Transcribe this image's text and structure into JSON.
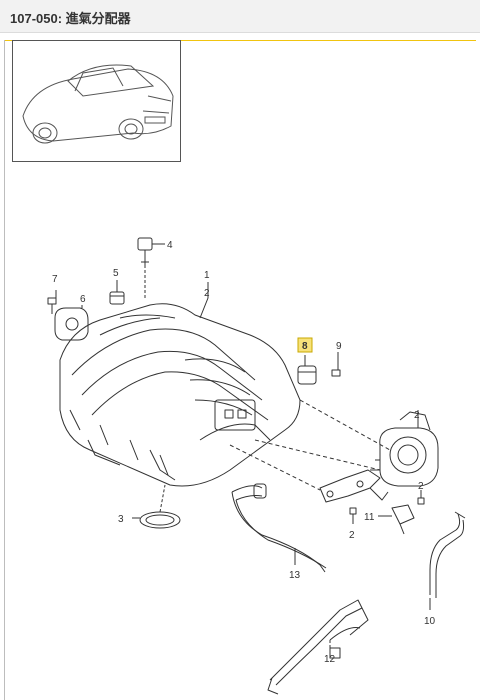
{
  "header": {
    "title": "107-050: 進氣分配器"
  },
  "callouts": [
    {
      "id": "c1",
      "label": "1"
    },
    {
      "id": "c2a",
      "label": "2"
    },
    {
      "id": "c3",
      "label": "3"
    },
    {
      "id": "c4",
      "label": "4"
    },
    {
      "id": "c5",
      "label": "5"
    },
    {
      "id": "c6",
      "label": "6"
    },
    {
      "id": "c7",
      "label": "7"
    },
    {
      "id": "c8",
      "label": "8",
      "highlighted": true
    },
    {
      "id": "c9",
      "label": "9"
    },
    {
      "id": "c2b",
      "label": "2"
    },
    {
      "id": "c2c",
      "label": "2"
    },
    {
      "id": "c2d",
      "label": "2"
    },
    {
      "id": "c11",
      "label": "11"
    },
    {
      "id": "c13",
      "label": "13"
    },
    {
      "id": "c10",
      "label": "10"
    },
    {
      "id": "c12",
      "label": "12"
    }
  ],
  "colors": {
    "highlight": "#f7e27a",
    "highlight_border": "#c9a800",
    "accent": "#f1c40f",
    "line": "#333333"
  }
}
